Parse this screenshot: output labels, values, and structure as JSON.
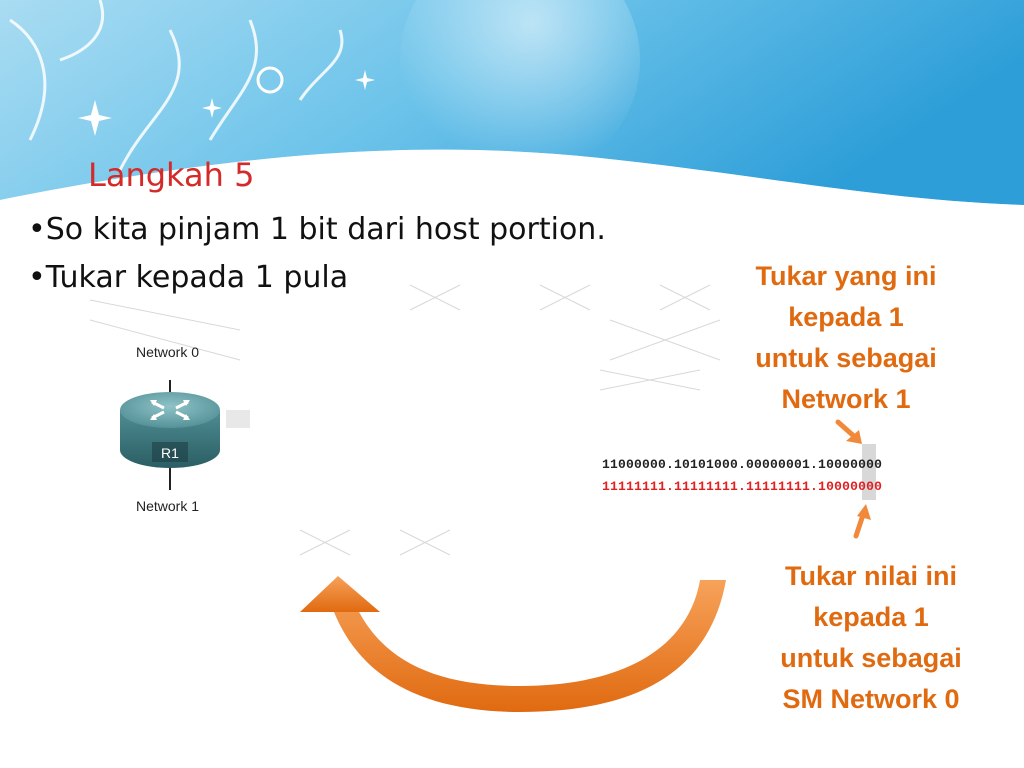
{
  "slide": {
    "title": "Langkah 5",
    "bullets": [
      "•So kita pinjam 1 bit dari host portion.",
      "•Tukar kepada 1 pula"
    ]
  },
  "diagram": {
    "router_name": "R1",
    "network_top": "Network 0",
    "network_bottom": "Network 1",
    "ip_binary": "11000000.10101000.00000001.10000000",
    "ip_binary_lead": "11000000.10101000.00000001.",
    "ip_binary_bit": "1",
    "ip_binary_rest": "0000000",
    "sm_binary_lead": "11111111.11111111.11111111.",
    "sm_binary_bit": "1",
    "sm_binary_rest": "0000000"
  },
  "notes": {
    "top": [
      "Tukar yang ini",
      "kepada 1",
      "untuk sebagai",
      "Network 1"
    ],
    "bottom": [
      "Tukar nilai ini",
      "kepada 1",
      "untuk sebagai",
      "SM Network 0"
    ]
  },
  "colors": {
    "title": "#d42a2a",
    "note": "#e06a10",
    "header_blue": "#3aa5dc",
    "subnet_red": "#e02020"
  }
}
